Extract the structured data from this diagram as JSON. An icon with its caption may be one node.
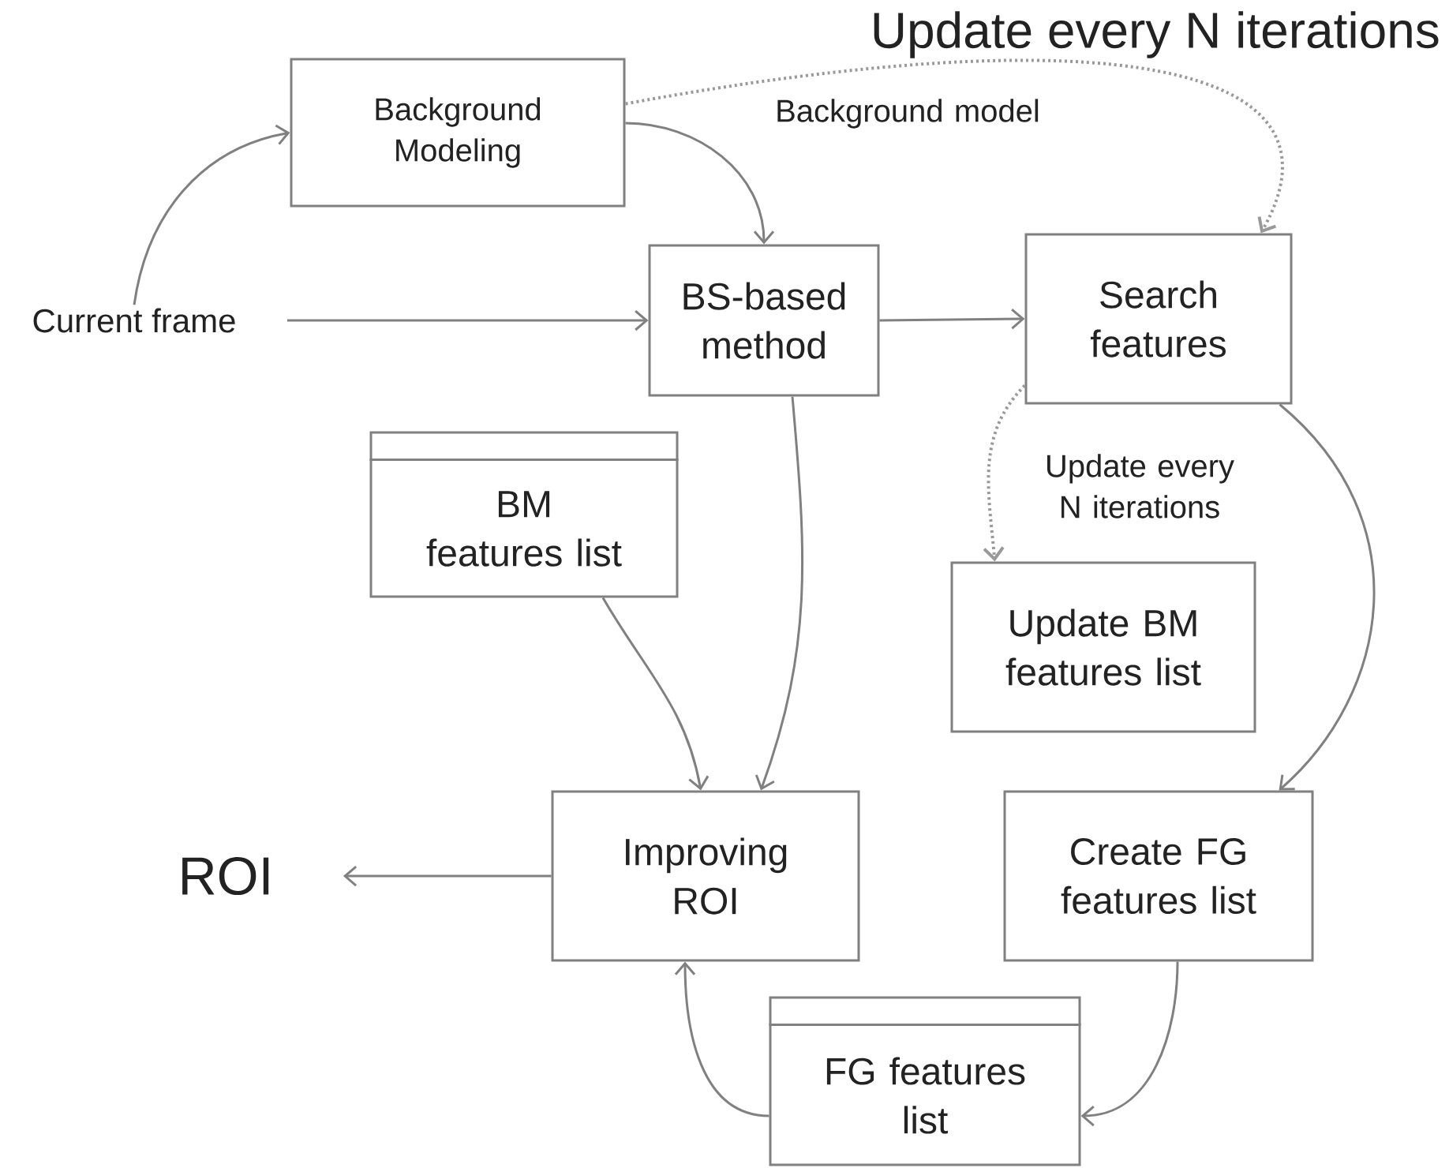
{
  "diagram": {
    "title": "Update every N iterations",
    "nodes": [
      {
        "text": [
          "Background Modeling"
        ]
      },
      {
        "text": [
          "Current frame"
        ]
      },
      {
        "text": [
          "BS-based method"
        ]
      },
      {
        "text": [
          "Search features"
        ]
      },
      {
        "text": [
          "BM features list"
        ]
      },
      {
        "text": [
          "Update BM features list"
        ]
      },
      {
        "text": [
          "Improving ROI"
        ]
      },
      {
        "text": [
          "ROI"
        ]
      },
      {
        "text": [
          "Create FG features list"
        ]
      },
      {
        "text": [
          "FG features list"
        ]
      }
    ],
    "edges": [
      {
        "from": 1,
        "to": 0,
        "arrow": "to"
      },
      {
        "from": 1,
        "to": 2,
        "arrow": "to"
      },
      {
        "from": 0,
        "to": 2,
        "arrow": "to"
      },
      {
        "from": 0,
        "to": 3,
        "arrow": "to",
        "style": "dashed",
        "label": "Background model"
      },
      {
        "from": 2,
        "to": 3,
        "arrow": "to"
      },
      {
        "from": 3,
        "to": 5,
        "arrow": "to",
        "style": "dashed",
        "label": "Update every N iterations"
      },
      {
        "from": 3,
        "to": 8,
        "arrow": "to"
      },
      {
        "from": 2,
        "to": 6,
        "arrow": "to"
      },
      {
        "from": 4,
        "to": 6,
        "arrow": "to"
      },
      {
        "from": 6,
        "to": 7,
        "arrow": "to"
      },
      {
        "from": 8,
        "to": 9,
        "arrow": "to"
      },
      {
        "from": 9,
        "to": 6,
        "arrow": "to"
      }
    ]
  }
}
